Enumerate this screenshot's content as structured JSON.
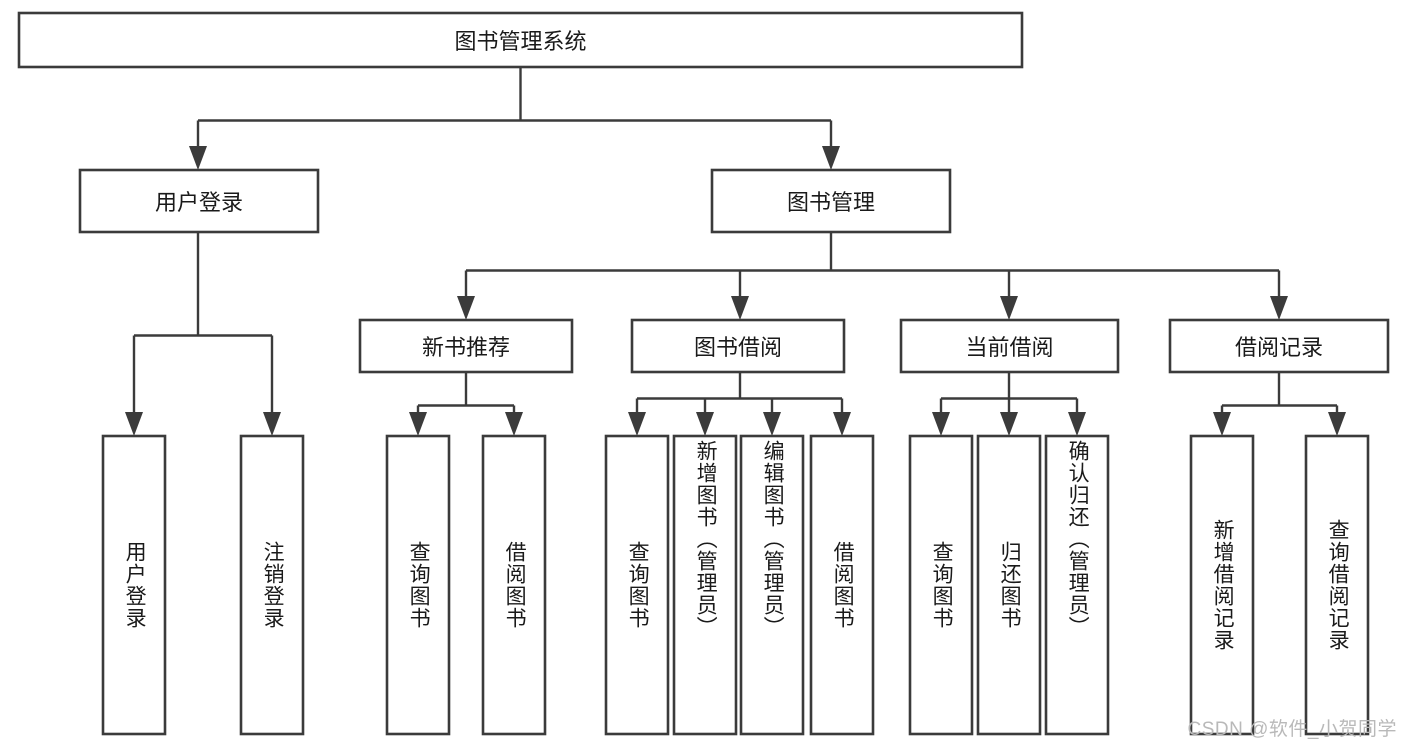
{
  "diagram": {
    "title": "图书管理系统",
    "type": "tree-hierarchy",
    "orientation": "top-down",
    "stroke_color": "#3b3b3b",
    "fill_color": "#ffffff",
    "text_color": "#1a1a1a",
    "background": "#ffffff"
  },
  "watermark": {
    "text": "CSDN @软件_小贺同学",
    "color": "#b9b9b9"
  },
  "root": {
    "label": "图书管理系统"
  },
  "level2": [
    {
      "label": "用户登录"
    },
    {
      "label": "图书管理"
    }
  ],
  "level3": [
    {
      "label": "新书推荐"
    },
    {
      "label": "图书借阅"
    },
    {
      "label": "当前借阅"
    },
    {
      "label": "借阅记录"
    }
  ],
  "leaves": {
    "user_login": [
      {
        "label": "用户登录"
      },
      {
        "label": "注销登录"
      }
    ],
    "new_book_recommend": [
      {
        "label": "查询图书"
      },
      {
        "label": "借阅图书"
      }
    ],
    "book_borrow": [
      {
        "label": "查询图书"
      },
      {
        "label": "新增图书（管理员）"
      },
      {
        "label": "编辑图书（管理员）"
      },
      {
        "label": "借阅图书"
      }
    ],
    "current_borrow": [
      {
        "label": "查询图书"
      },
      {
        "label": "归还图书"
      },
      {
        "label": "确认归还（管理员）"
      }
    ],
    "borrow_record": [
      {
        "label": "新增借阅记录"
      },
      {
        "label": "查询借阅记录"
      }
    ]
  }
}
